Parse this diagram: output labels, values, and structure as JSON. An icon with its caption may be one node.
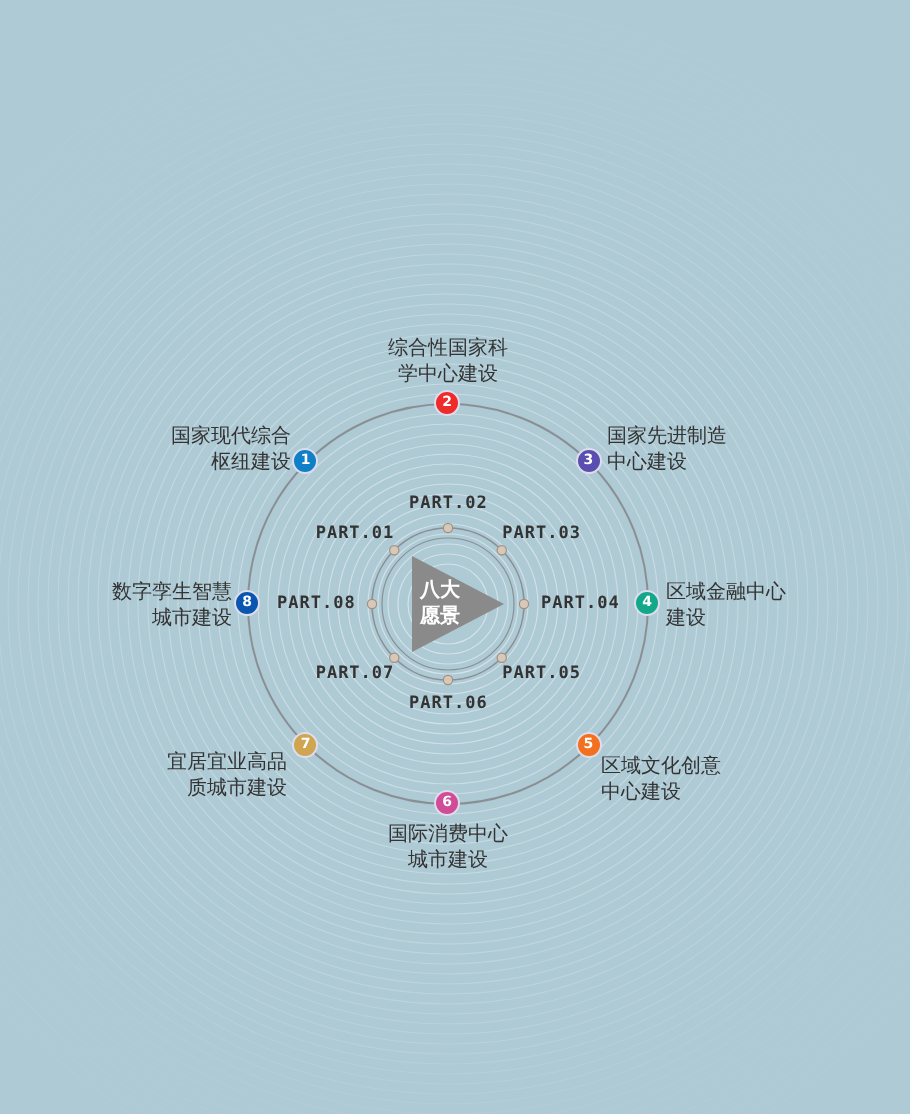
{
  "diagram": {
    "nodes": [
      {
        "text": [
          "八大愿景"
        ]
      },
      {
        "text": [
          "1"
        ],
        "beside": [
          "国家现代综合枢纽建设"
        ]
      },
      {
        "text": [
          "2"
        ],
        "beside": [
          "综合性国家科学中心建设"
        ]
      },
      {
        "text": [
          "3"
        ],
        "beside": [
          "国家先进制造中心建设"
        ]
      },
      {
        "text": [
          "4"
        ],
        "beside": [
          "区域金融中心建设"
        ]
      },
      {
        "text": [
          "5"
        ],
        "beside": [
          "区域文化创意中心建设"
        ]
      },
      {
        "text": [
          "6"
        ],
        "beside": [
          "国际消费中心城市建设"
        ]
      },
      {
        "text": [
          "7"
        ],
        "beside": [
          "宜居宜业高品质城市建设"
        ]
      },
      {
        "text": [
          "8"
        ],
        "beside": [
          "数字孪生智慧城市建设"
        ]
      }
    ],
    "labels": [
      "PART.01",
      "PART.02",
      "PART.03",
      "PART.04",
      "PART.05",
      "PART.06",
      "PART.07",
      "PART.08"
    ]
  }
}
